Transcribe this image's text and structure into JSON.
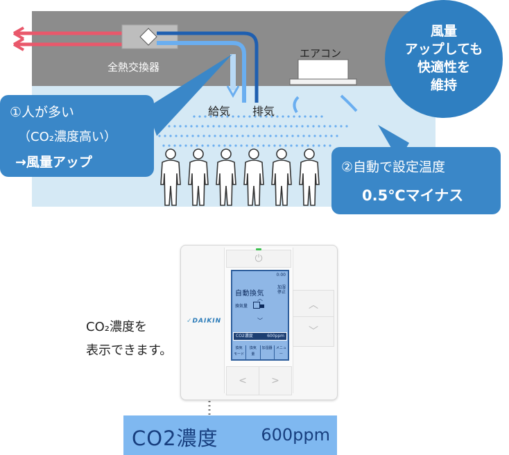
{
  "colors": {
    "exhaust_arrow": "#e9586b",
    "supply_arrow": "#6aaef0",
    "blue_pipe": "#1f5fb0",
    "bubble": "#3a87c8",
    "room": "#d5e9f5",
    "ceiling": "#8c8c8c"
  },
  "diagram": {
    "heat_exchanger_label": "全熱交換器",
    "aircon_label": "エアコン",
    "supply_label": "給気",
    "exhaust_label": "排気",
    "bubble_circle": [
      "風量",
      "アップしても",
      "快適性を",
      "維持"
    ],
    "callout_left": {
      "line1": "①人が多い",
      "line2": "（CO₂濃度高い）",
      "line3": "→風量アップ"
    },
    "callout_right": {
      "line1": "②自動で設定温度",
      "line2": "0.5℃マイナス"
    },
    "people_count": 6
  },
  "controller": {
    "brand": "DAIKIN",
    "power_icon": "power-icon",
    "caption": [
      "CO₂濃度を",
      "表示できます。"
    ],
    "lcd": {
      "time": "0:00",
      "title": "自動換気",
      "stop_label": "加湿\n停止",
      "volume_label": "換気量",
      "co2_label": "CO2濃度",
      "co2_value": "600ppm",
      "menu": [
        "換気\nモード",
        "換気\n量",
        "加湿器",
        "メニュー"
      ]
    },
    "buttons": {
      "up": "up-chevron-icon",
      "down": "down-chevron-icon",
      "left": "left-chevron-icon",
      "right": "right-chevron-icon"
    }
  },
  "zoom_display": {
    "label": "CO2濃度",
    "value": "600ppm"
  }
}
